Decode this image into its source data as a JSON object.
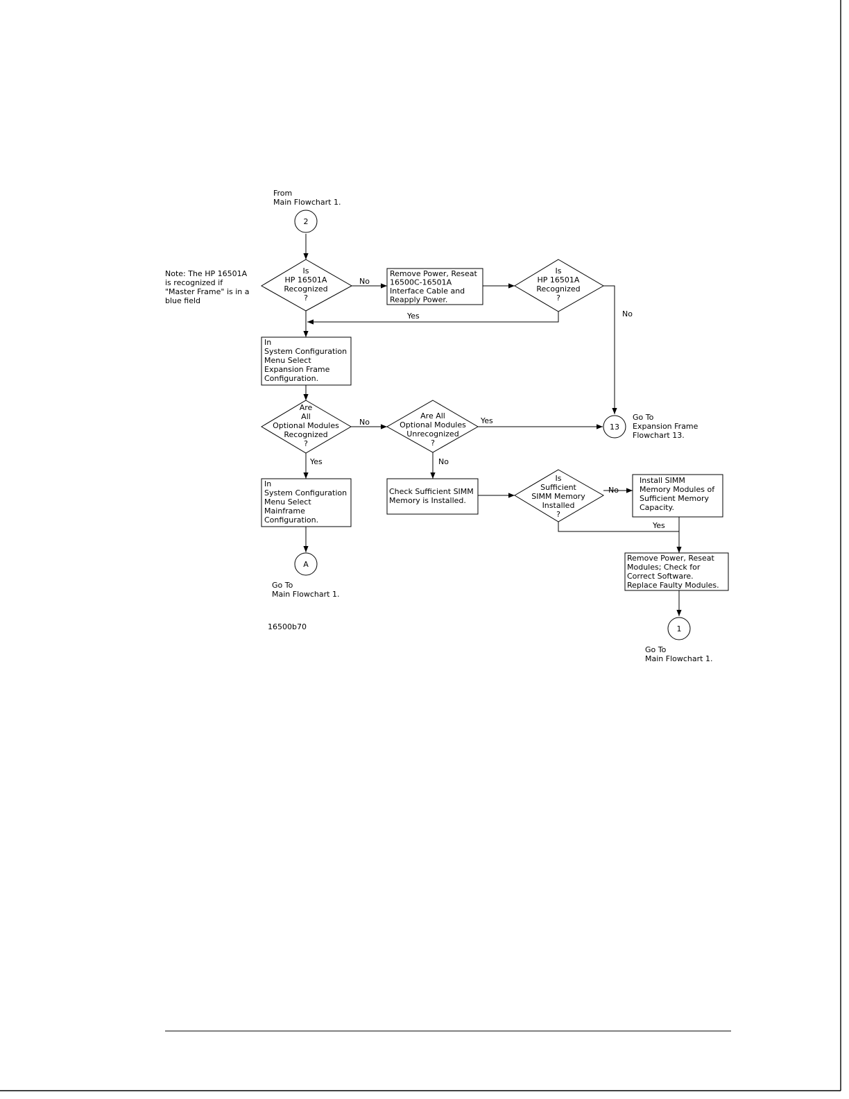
{
  "diagram": {
    "from_label": [
      "From",
      "Main Flowchart 1."
    ],
    "connector_2": "2",
    "note": [
      "Note: The HP 16501A",
      "is recognized if",
      "\"Master Frame\" is in a",
      "blue field"
    ],
    "decision_1": [
      "Is",
      "HP 16501A",
      "Recognized",
      "?"
    ],
    "decision_1_no": "No",
    "box_reseat_cable": [
      "Remove Power, Reseat",
      "16500C-16501A",
      "Interface Cable and",
      "Reapply Power."
    ],
    "decision_2": [
      "Is",
      "HP 16501A",
      "Recognized",
      "?"
    ],
    "decision_2_yes": "Yes",
    "decision_2_no": "No",
    "box_expansion_config": [
      "In",
      "System Configuration",
      "Menu Select",
      "Expansion Frame",
      "Configuration."
    ],
    "decision_3": [
      "Are",
      "All",
      "Optional Modules",
      "Recognized",
      "?"
    ],
    "decision_3_no": "No",
    "decision_3_yes": "Yes",
    "decision_4": [
      "Are All",
      "Optional Modules",
      "Unrecognized",
      "?"
    ],
    "decision_4_yes": "Yes",
    "decision_4_no": "No",
    "connector_13": "13",
    "goto_13": [
      "Go To",
      "Expansion Frame",
      "Flowchart 13."
    ],
    "box_mainframe_config": [
      "In",
      "System Configuration",
      "Menu Select",
      "Mainframe",
      "Configuration."
    ],
    "connector_a": "A",
    "goto_a": [
      "Go To",
      "Main Flowchart 1."
    ],
    "box_check_simm": [
      "Check Sufficient SIMM",
      "Memory is Installed."
    ],
    "decision_5": [
      "Is",
      "Sufficient",
      "SIMM Memory",
      "Installed",
      "?"
    ],
    "decision_5_no": "No",
    "decision_5_yes": "Yes",
    "box_install_simm": [
      "Install SIMM",
      "Memory Modules of",
      "Sufficient Memory",
      "Capacity."
    ],
    "box_reseat_modules": [
      "Remove Power, Reseat",
      "Modules; Check for",
      "Correct Software.",
      "Replace Faulty Modules."
    ],
    "connector_1": "1",
    "goto_1": [
      "Go To",
      "Main Flowchart 1."
    ],
    "figure_id": "16500b70"
  }
}
